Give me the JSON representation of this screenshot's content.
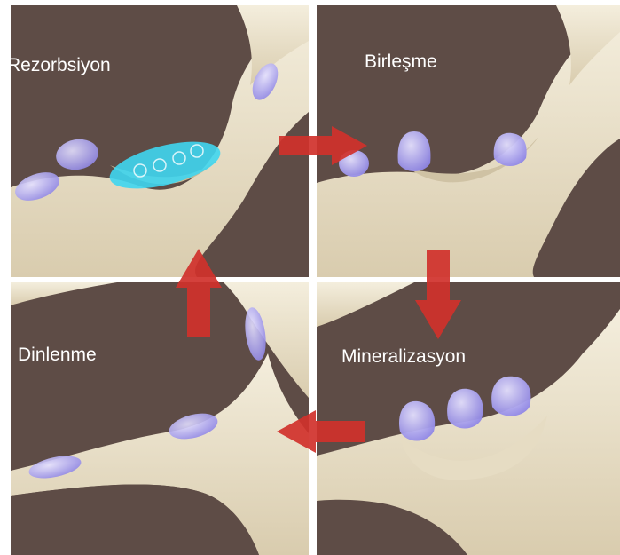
{
  "stages": {
    "top_left": {
      "label": "Rezorbsiyon"
    },
    "top_right": {
      "label": "Birleşme"
    },
    "bottom_right": {
      "label": "Mineralizasyon"
    },
    "bottom_left": {
      "label": "Dinlenme"
    }
  },
  "colors": {
    "background": "#5e4c46",
    "bone": "#efe7d3",
    "bone_shadow": "#d6c9ab",
    "cell": "#b8b0f0",
    "active_cell": "#3fd6f0",
    "arrow": "#d0312b",
    "label": "#ffffff"
  },
  "cycle_direction": "clockwise"
}
